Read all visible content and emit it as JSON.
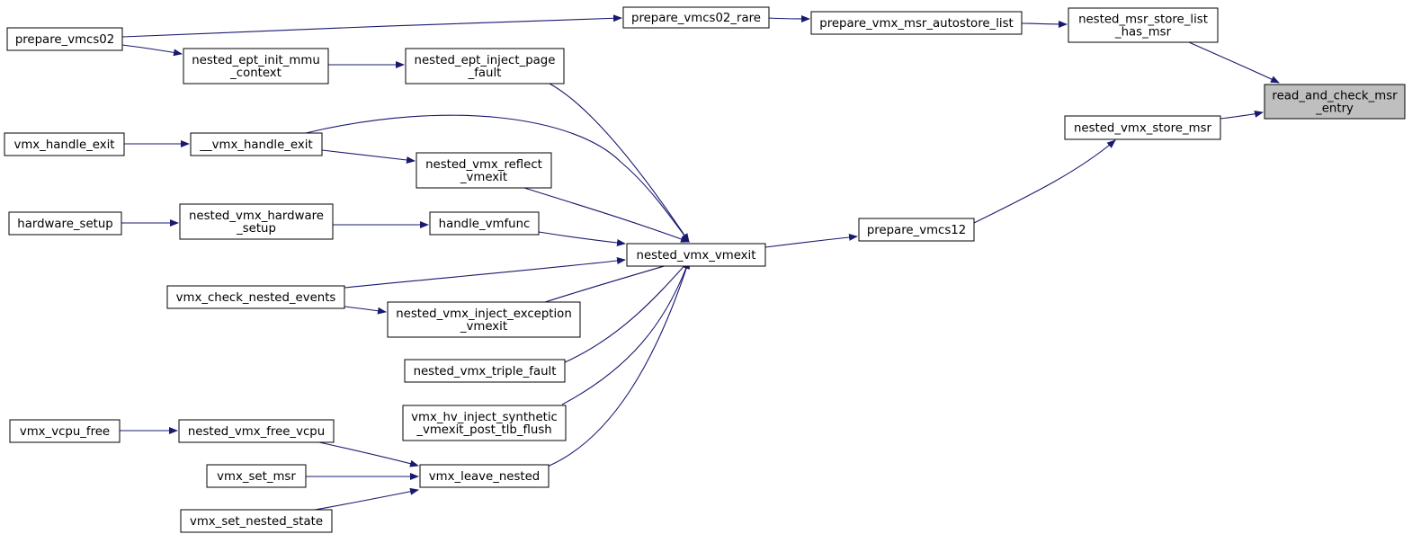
{
  "colors": {
    "node_fill": "#ffffff",
    "root_fill": "#bfbfbf",
    "node_stroke": "#000000",
    "edge": "#191970",
    "background": "#ffffff"
  },
  "nodes": [
    {
      "id": "read_and_check_msr_entry",
      "lines": [
        "read_and_check_msr",
        "_entry"
      ],
      "root": true
    },
    {
      "id": "nested_msr_store_list_has_msr",
      "lines": [
        "nested_msr_store_list",
        "_has_msr"
      ]
    },
    {
      "id": "nested_vmx_store_msr",
      "lines": [
        "nested_vmx_store_msr"
      ]
    },
    {
      "id": "prepare_vmx_msr_autostore_list",
      "lines": [
        "prepare_vmx_msr_autostore_list"
      ]
    },
    {
      "id": "prepare_vmcs02_rare",
      "lines": [
        "prepare_vmcs02_rare"
      ]
    },
    {
      "id": "prepare_vmcs02",
      "lines": [
        "prepare_vmcs02"
      ]
    },
    {
      "id": "prepare_vmcs12",
      "lines": [
        "prepare_vmcs12"
      ]
    },
    {
      "id": "nested_vmx_vmexit",
      "lines": [
        "nested_vmx_vmexit"
      ]
    },
    {
      "id": "nested_ept_inject_page_fault",
      "lines": [
        "nested_ept_inject_page",
        "_fault"
      ]
    },
    {
      "id": "nested_ept_init_mmu_context",
      "lines": [
        "nested_ept_init_mmu",
        "_context"
      ]
    },
    {
      "id": "__vmx_handle_exit",
      "lines": [
        "__vmx_handle_exit"
      ]
    },
    {
      "id": "vmx_handle_exit",
      "lines": [
        "vmx_handle_exit"
      ]
    },
    {
      "id": "nested_vmx_reflect_vmexit",
      "lines": [
        "nested_vmx_reflect",
        "_vmexit"
      ]
    },
    {
      "id": "handle_vmfunc",
      "lines": [
        "handle_vmfunc"
      ]
    },
    {
      "id": "nested_vmx_hardware_setup",
      "lines": [
        "nested_vmx_hardware",
        "_setup"
      ]
    },
    {
      "id": "hardware_setup",
      "lines": [
        "hardware_setup"
      ]
    },
    {
      "id": "vmx_check_nested_events",
      "lines": [
        "vmx_check_nested_events"
      ]
    },
    {
      "id": "nested_vmx_inject_exception_vmexit",
      "lines": [
        "nested_vmx_inject_exception",
        "_vmexit"
      ]
    },
    {
      "id": "nested_vmx_triple_fault",
      "lines": [
        "nested_vmx_triple_fault"
      ]
    },
    {
      "id": "vmx_hv_inject_synthetic_vmexit_post_tlb_flush",
      "lines": [
        "vmx_hv_inject_synthetic",
        "_vmexit_post_tlb_flush"
      ]
    },
    {
      "id": "vmx_leave_nested",
      "lines": [
        "vmx_leave_nested"
      ]
    },
    {
      "id": "nested_vmx_free_vcpu",
      "lines": [
        "nested_vmx_free_vcpu"
      ]
    },
    {
      "id": "vmx_vcpu_free",
      "lines": [
        "vmx_vcpu_free"
      ]
    },
    {
      "id": "vmx_set_msr",
      "lines": [
        "vmx_set_msr"
      ]
    },
    {
      "id": "vmx_set_nested_state",
      "lines": [
        "vmx_set_nested_state"
      ]
    }
  ],
  "edges": [
    {
      "from": "nested_msr_store_list_has_msr",
      "to": "read_and_check_msr_entry"
    },
    {
      "from": "nested_vmx_store_msr",
      "to": "read_and_check_msr_entry"
    },
    {
      "from": "prepare_vmx_msr_autostore_list",
      "to": "nested_msr_store_list_has_msr"
    },
    {
      "from": "prepare_vmcs02_rare",
      "to": "prepare_vmx_msr_autostore_list"
    },
    {
      "from": "prepare_vmcs02",
      "to": "prepare_vmcs02_rare"
    },
    {
      "from": "prepare_vmcs12",
      "to": "nested_vmx_store_msr"
    },
    {
      "from": "nested_vmx_vmexit",
      "to": "prepare_vmcs12"
    },
    {
      "from": "nested_ept_inject_page_fault",
      "to": "nested_vmx_vmexit"
    },
    {
      "from": "nested_ept_init_mmu_context",
      "to": "nested_ept_inject_page_fault"
    },
    {
      "from": "prepare_vmcs02",
      "to": "nested_ept_init_mmu_context"
    },
    {
      "from": "__vmx_handle_exit",
      "to": "nested_vmx_vmexit"
    },
    {
      "from": "vmx_handle_exit",
      "to": "__vmx_handle_exit"
    },
    {
      "from": "nested_vmx_reflect_vmexit",
      "to": "nested_vmx_vmexit"
    },
    {
      "from": "__vmx_handle_exit",
      "to": "nested_vmx_reflect_vmexit"
    },
    {
      "from": "handle_vmfunc",
      "to": "nested_vmx_vmexit"
    },
    {
      "from": "nested_vmx_hardware_setup",
      "to": "handle_vmfunc"
    },
    {
      "from": "hardware_setup",
      "to": "nested_vmx_hardware_setup"
    },
    {
      "from": "vmx_check_nested_events",
      "to": "nested_vmx_vmexit"
    },
    {
      "from": "nested_vmx_inject_exception_vmexit",
      "to": "nested_vmx_vmexit"
    },
    {
      "from": "vmx_check_nested_events",
      "to": "nested_vmx_inject_exception_vmexit"
    },
    {
      "from": "nested_vmx_triple_fault",
      "to": "nested_vmx_vmexit"
    },
    {
      "from": "vmx_hv_inject_synthetic_vmexit_post_tlb_flush",
      "to": "nested_vmx_vmexit"
    },
    {
      "from": "vmx_leave_nested",
      "to": "nested_vmx_vmexit"
    },
    {
      "from": "nested_vmx_free_vcpu",
      "to": "vmx_leave_nested"
    },
    {
      "from": "vmx_vcpu_free",
      "to": "nested_vmx_free_vcpu"
    },
    {
      "from": "vmx_set_msr",
      "to": "vmx_leave_nested"
    },
    {
      "from": "vmx_set_nested_state",
      "to": "vmx_leave_nested"
    }
  ]
}
